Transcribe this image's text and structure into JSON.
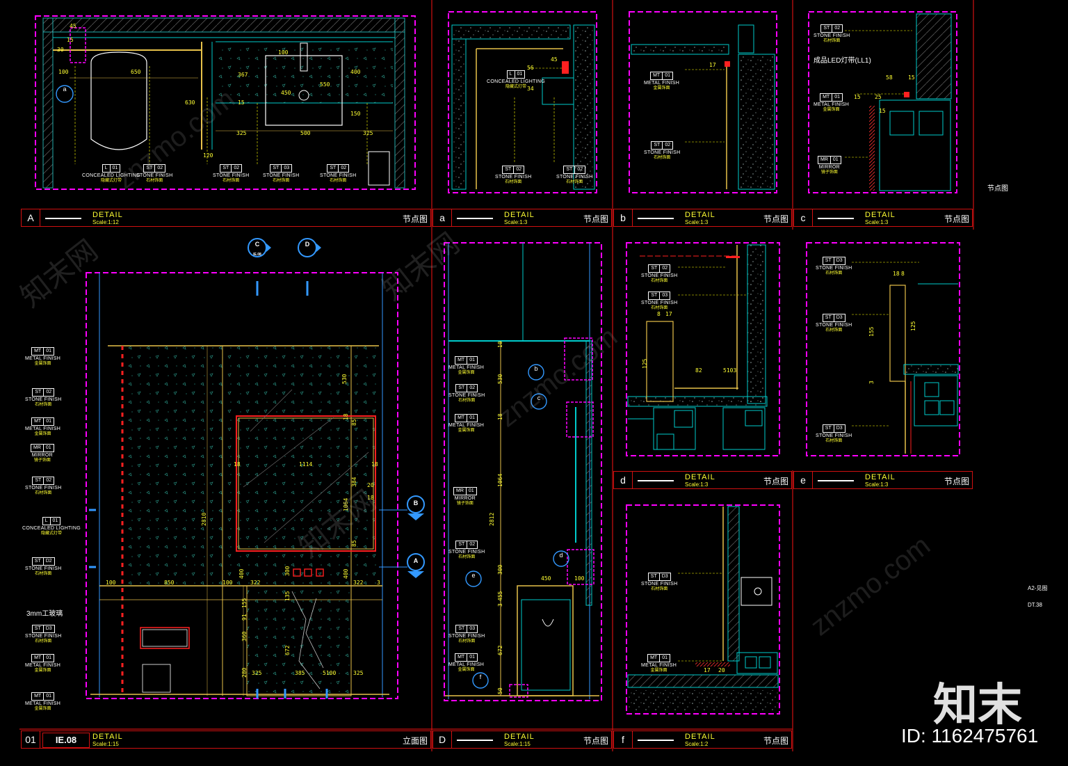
{
  "title_bars": [
    {
      "id": "A",
      "title": "DETAIL",
      "scale_label": "Scale:",
      "scale": "1:12",
      "cn": "节点图"
    },
    {
      "id": "a",
      "title": "DETAIL",
      "scale_label": "Scale:",
      "scale": "1:3",
      "cn": "节点图"
    },
    {
      "id": "b",
      "title": "DETAIL",
      "scale_label": "Scale:",
      "scale": "1:3",
      "cn": "节点图"
    },
    {
      "id": "c",
      "title": "DETAIL",
      "scale_label": "Scale:",
      "scale": "1:3",
      "cn": "节点图"
    },
    {
      "id": "d",
      "title": "DETAIL",
      "scale_label": "Scale:",
      "scale": "1:3",
      "cn": "节点图"
    },
    {
      "id": "e",
      "title": "DETAIL",
      "scale_label": "Scale:",
      "scale": "1:3",
      "cn": "节点图"
    },
    {
      "id": "01",
      "ref": "IE.08",
      "title": "DETAIL",
      "scale_label": "Scale:",
      "scale": "1:15",
      "cn": "立面图"
    },
    {
      "id": "D",
      "title": "DETAIL",
      "scale_label": "Scale:",
      "scale": "1:15",
      "cn": "节点图"
    },
    {
      "id": "f",
      "title": "DETAIL",
      "scale_label": "Scale:",
      "scale": "1:2",
      "cn": "节点图"
    }
  ],
  "loose_notes": {
    "node": "节点图",
    "a2": "A2-见图",
    "dt": "DT.38"
  },
  "watermark": {
    "brand": "知末",
    "id": "ID: 1162475761",
    "site": "znzmo.com",
    "cn_site": "知末网"
  },
  "tags": {
    "L01": {
      "code": "L",
      "num": "01",
      "en": "CONCEALED LIGHTING",
      "cn": "隐藏式灯带"
    },
    "ST02": {
      "code": "ST",
      "num": "02",
      "en": "STONE  FINISH",
      "cn": "石材饰面"
    },
    "ST03": {
      "code": "ST",
      "num": "03",
      "en": "STONE  FINISH",
      "cn": "石材饰面"
    },
    "ST03b": {
      "code": "ST",
      "num": "03",
      "en": "STONE  FINISH",
      "cn": "石材饰面"
    },
    "MT01": {
      "code": "MT",
      "num": "01",
      "en": "METAL  FINISH",
      "cn": "金属饰面"
    },
    "MR01": {
      "code": "MR",
      "num": "01",
      "en": "MIRROR",
      "cn": "镜子饰面"
    },
    "STD3": {
      "code": "ST",
      "num": "D3",
      "en": "STONE  FINISH",
      "cn": "石材饰面"
    },
    "STD2": {
      "code": "ST",
      "num": "D2",
      "en": "STONE  FINISH",
      "cn": "石材饰面"
    }
  },
  "annotations": {
    "led": "成品LED灯带(LL1)",
    "glass": "3mm工玻璃",
    "section_refs": [
      "C",
      "D",
      "B",
      "A"
    ],
    "detail_refs": [
      "a",
      "b",
      "c",
      "d",
      "e",
      "f"
    ],
    "sheet_ref": "IE.08"
  },
  "dims_A": [
    "45",
    "15",
    "30",
    "100",
    "650",
    "630",
    "120",
    "100",
    "367",
    "15",
    "450",
    "550",
    "400",
    "150",
    "325",
    "500",
    "325"
  ],
  "dims_a": [
    "45",
    "56",
    "34"
  ],
  "dims_b": [
    "17"
  ],
  "dims_c": [
    "58",
    "15",
    "25",
    "15",
    "15"
  ],
  "dims_d": [
    "8",
    "17",
    "125",
    "82",
    "5103"
  ],
  "dims_e": [
    "18",
    "8",
    "125",
    "155",
    "3"
  ],
  "dims_f": [
    "17",
    "20"
  ],
  "dims_01": [
    "530",
    "18",
    "85",
    "1114",
    "18",
    "18",
    "1064",
    "384",
    "20",
    "18",
    "2810",
    "85",
    "100",
    "850",
    "100",
    "400",
    "322",
    "300",
    "400",
    "322",
    "3",
    "135",
    "155",
    "91",
    "360",
    "672",
    "280",
    "325",
    "385",
    "5100",
    "325"
  ],
  "dims_D": [
    "10",
    "530",
    "18",
    "1064",
    "2812",
    "300",
    "450",
    "100",
    "3",
    "455",
    "672",
    "50"
  ]
}
